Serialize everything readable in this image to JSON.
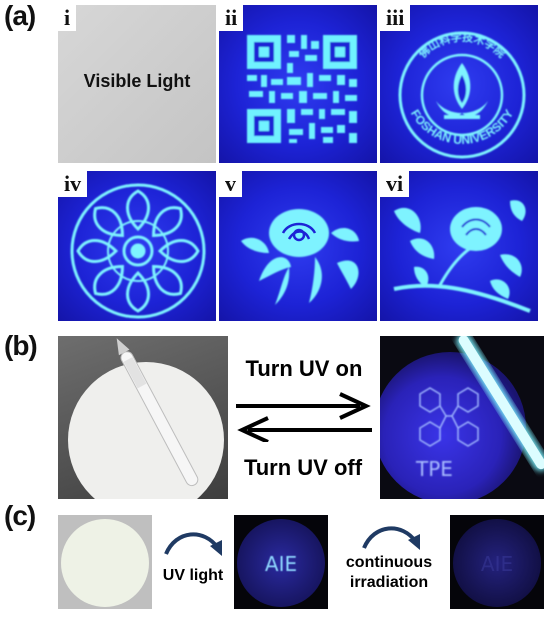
{
  "panel_a": {
    "label": "(a)",
    "tiles": [
      {
        "sub": "i",
        "text": "Visible Light"
      },
      {
        "sub": "ii"
      },
      {
        "sub": "iii",
        "logo_text": "FOSHAN UNIVERSITY",
        "logo_cjk": "佛山科学技术学院"
      },
      {
        "sub": "iv"
      },
      {
        "sub": "v"
      },
      {
        "sub": "vi"
      }
    ]
  },
  "panel_b": {
    "label": "(b)",
    "turn_on": "Turn UV on",
    "turn_off": "Turn UV off",
    "drawn_text": "TPE"
  },
  "panel_c": {
    "label": "(c)",
    "uv_light": "UV light",
    "continuous_line1": "continuous",
    "continuous_line2": "irradiation",
    "drawn_text": "AIE"
  },
  "colors": {
    "uv_bg": "#1d23d6",
    "glow": "#5ef0ff",
    "paper": "#e8e8e8"
  }
}
